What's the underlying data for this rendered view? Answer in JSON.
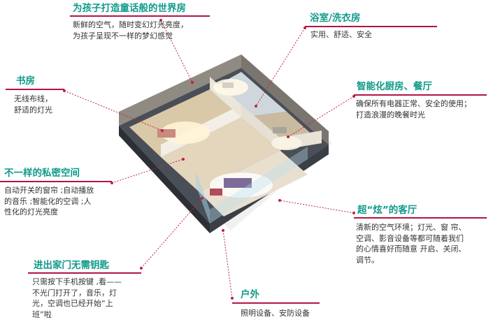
{
  "callouts": {
    "kids_room": {
      "title": "为孩子打造童话般的世界房",
      "lines": [
        "新鲜的空气，随时变幻灯光亮度，",
        "为孩子呈现不一样的梦幻感觉"
      ]
    },
    "bathroom": {
      "title": "浴室/洗衣房",
      "lines": [
        "实用、舒适、安全"
      ]
    },
    "study": {
      "title": "书房",
      "lines": [
        "无线布线，",
        "舒适的灯光"
      ]
    },
    "kitchen": {
      "title": "智能化厨房、餐厅",
      "lines": [
        "确保所有电器正常、安全的使用；",
        "打造浪漫的晚餐时光"
      ]
    },
    "private_space": {
      "title": "不一样的私密空间",
      "lines": [
        "自动开关的窗帘 ;自动播放",
        "的音乐 ;智能化的空调 ;人",
        "性化的灯光亮度"
      ]
    },
    "living_room": {
      "title": "超“炫”的客厅",
      "lines": [
        "清新的空气环境；灯光、窗  帘、",
        "空调、影音设备等都可随着我们",
        "的心情喜好而随意 开启、关闭、",
        "调节。"
      ]
    },
    "keyless_entry": {
      "title": "进出家门无需钥匙",
      "lines": [
        "只需按下手机按键 ,看——",
        "不光门打开了，音乐，灯",
        "光，空调也已经开始“上",
        "班”啦"
      ]
    },
    "outdoor": {
      "title": "户外",
      "lines": [
        "照明设备、安防设备"
      ]
    }
  },
  "colors": {
    "title": "#0f9a8a",
    "underline": "#b01546",
    "leader": "#c0243c",
    "text": "#333333"
  }
}
